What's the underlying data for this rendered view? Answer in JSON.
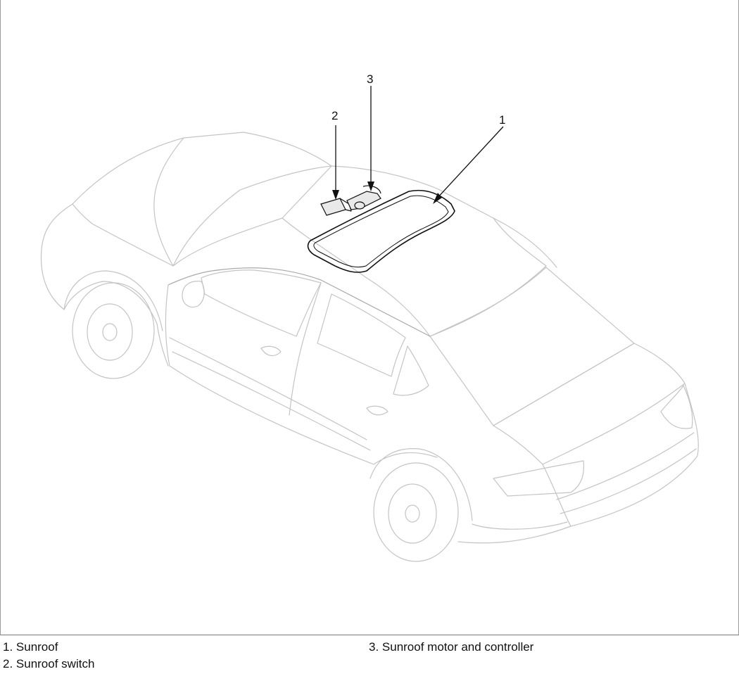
{
  "callouts": [
    {
      "number": "1"
    },
    {
      "number": "2"
    },
    {
      "number": "3"
    }
  ],
  "legend": {
    "item1": "1. Sunroof",
    "item2": "2. Sunroof switch",
    "item3": "3. Sunroof motor and controller"
  },
  "colors": {
    "outline": "#c4c4c4",
    "part": "#111111"
  }
}
